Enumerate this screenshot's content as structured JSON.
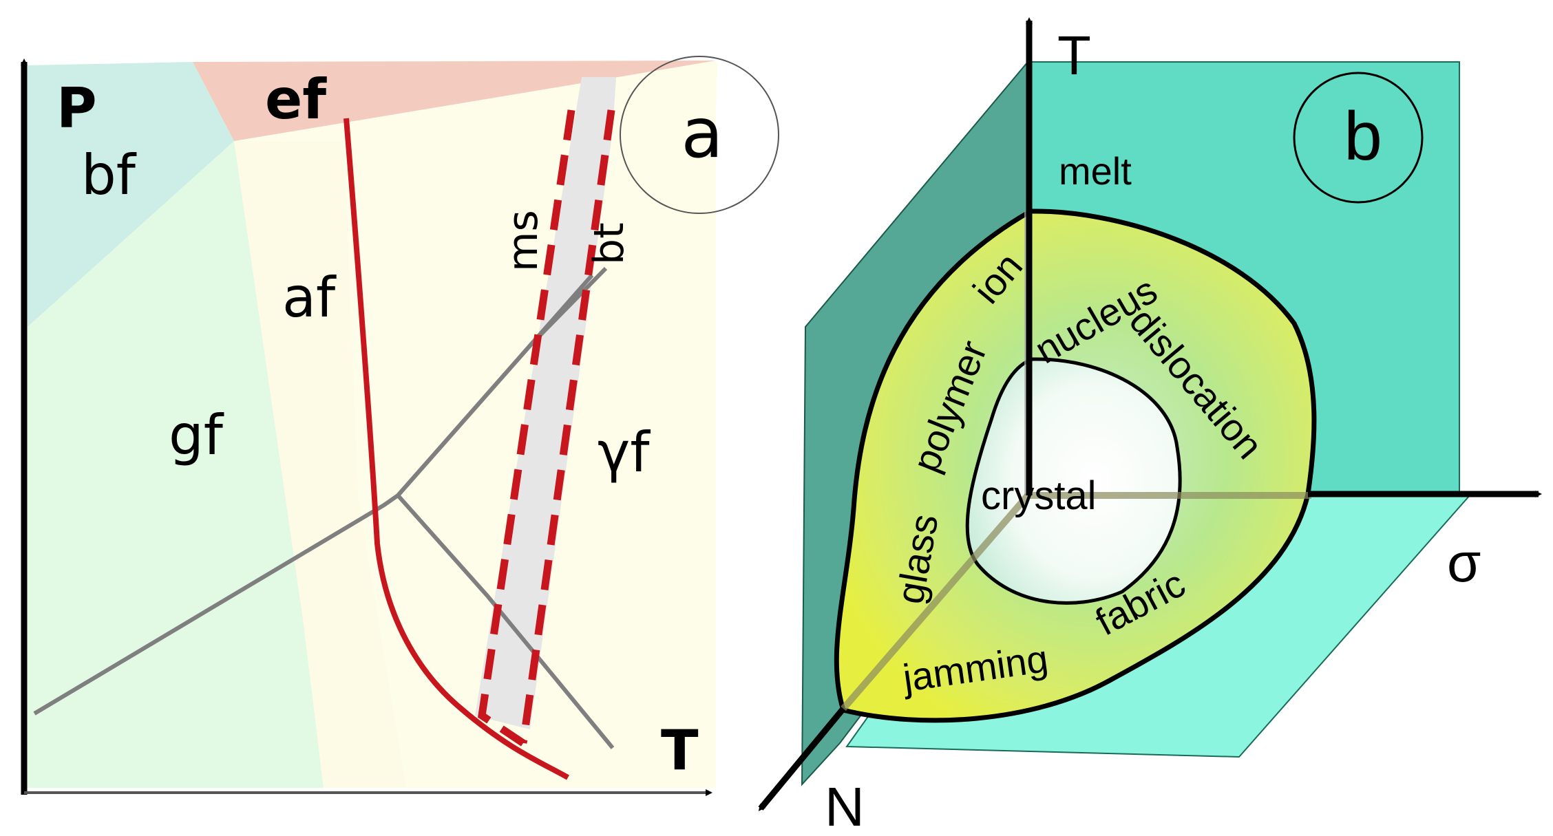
{
  "panel_a": {
    "panel_label": "a",
    "axis_y": "P",
    "axis_x": "T",
    "regions": {
      "bf": "bf",
      "ef": "ef",
      "gf": "gf",
      "af": "af",
      "gammaf": "γf"
    },
    "line_labels": {
      "ms": "ms",
      "bt": "bt"
    },
    "colors": {
      "bf": "#cdeee6",
      "ef": "#f4cbbf",
      "gf": "#e2f9e4",
      "af": "#fdfbe6",
      "gammaf": "#fdfde9",
      "band": "#e6e6e6",
      "red_line": "#c8161e",
      "grey_line": "#7f7f7f"
    }
  },
  "panel_b": {
    "panel_label": "b",
    "axis_vertical": "T",
    "axis_horizontal": "σ",
    "axis_depth": "N",
    "outer_labels": {
      "melt": "melt"
    },
    "ring_labels": {
      "glass": "glass",
      "polymer": "polymer",
      "ion": "ion",
      "nucleus": "nucleus",
      "dislocation": "dislocation",
      "fabric": "fabric",
      "jamming": "jamming"
    },
    "core_label": "crystal",
    "colors": {
      "back_plane": "#5fdcc3",
      "side_plane": "#55a895",
      "floor_plane": "#8cf5df",
      "outer_blob": "#d8ec66",
      "outer_blob_edge": "#e5ef3c",
      "crystal": "#ffffff"
    }
  }
}
